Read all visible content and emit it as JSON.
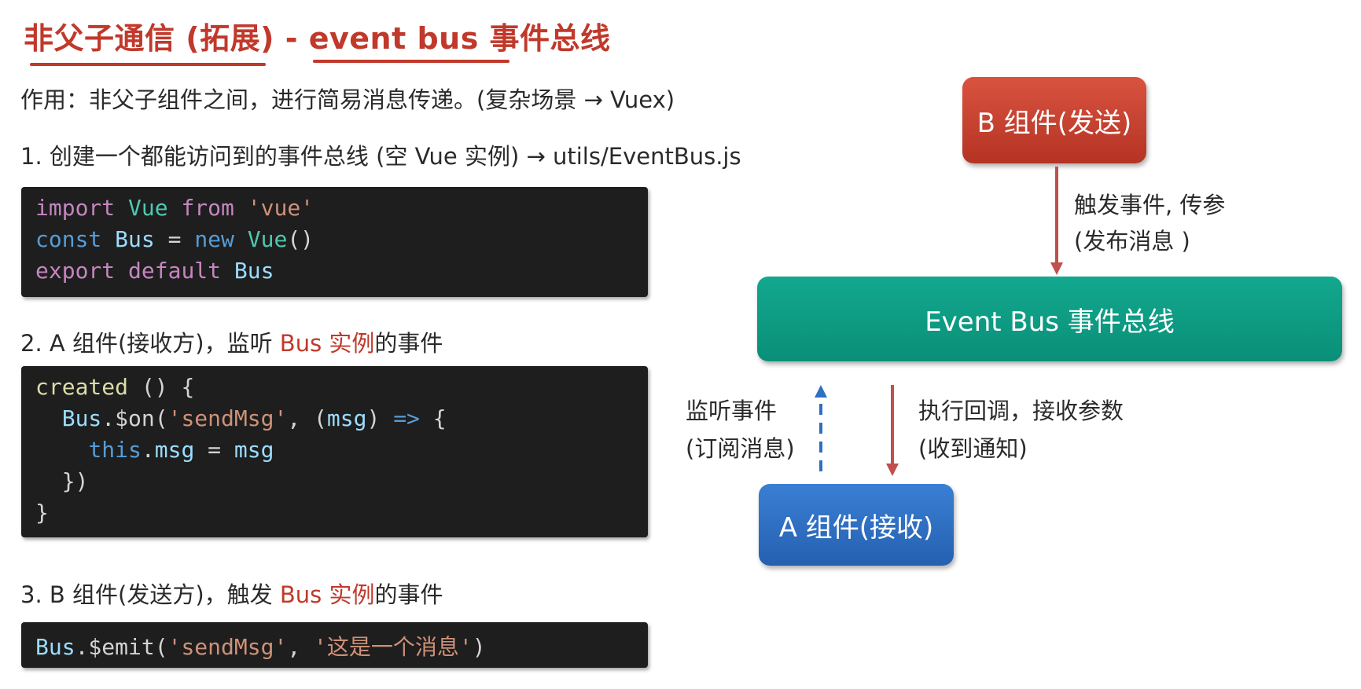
{
  "title": "非父子通信 (拓展) - event bus 事件总线",
  "purpose": "作用：非父子组件之间，进行简易消息传递。(复杂场景 → Vuex)",
  "step1": "1. 创建一个都能访问到的事件总线 (空 Vue 实例)  →  utils/EventBus.js",
  "step2": {
    "prefix": "2. A 组件(接收方)，监听 ",
    "highlight": "Bus 实例",
    "suffix": "的事件"
  },
  "step3": {
    "prefix": "3. B 组件(发送方)，触发 ",
    "highlight": "Bus 实例",
    "suffix": "的事件"
  },
  "code1": {
    "l1": [
      "import",
      "Vue",
      "from",
      "'vue'"
    ],
    "l2": [
      "const",
      "Bus",
      "=",
      "new",
      "Vue",
      "()"
    ],
    "l3": [
      "export",
      "default",
      "Bus"
    ]
  },
  "code2": {
    "l1": [
      "created",
      " () {"
    ],
    "l2": [
      "Bus",
      ".$on(",
      "'sendMsg'",
      ", (",
      "msg",
      ") ",
      "=>",
      " {"
    ],
    "l3": [
      "this",
      ".",
      "msg",
      " = ",
      "msg"
    ],
    "l4": "})",
    "l5": "}"
  },
  "code3": [
    "Bus",
    ".$emit(",
    "'sendMsg'",
    ", ",
    "'这是一个消息'",
    ")"
  ],
  "diagram": {
    "b_component": "B 组件(发送)",
    "event_bus": "Event Bus  事件总线",
    "a_component": "A 组件(接收)",
    "trigger_label_1": "触发事件, 传参",
    "trigger_label_2": "(发布消息 )",
    "listen_label_1": "监听事件",
    "listen_label_2": "(订阅消息)",
    "callback_label_1": "执行回调，接收参数",
    "callback_label_2": "(收到通知)",
    "colors": {
      "b": "#c0392b",
      "bus": "#0e9e86",
      "a": "#2f6fc4",
      "arrow_red": "#c0504d",
      "arrow_blue": "#2f6fc4"
    }
  }
}
